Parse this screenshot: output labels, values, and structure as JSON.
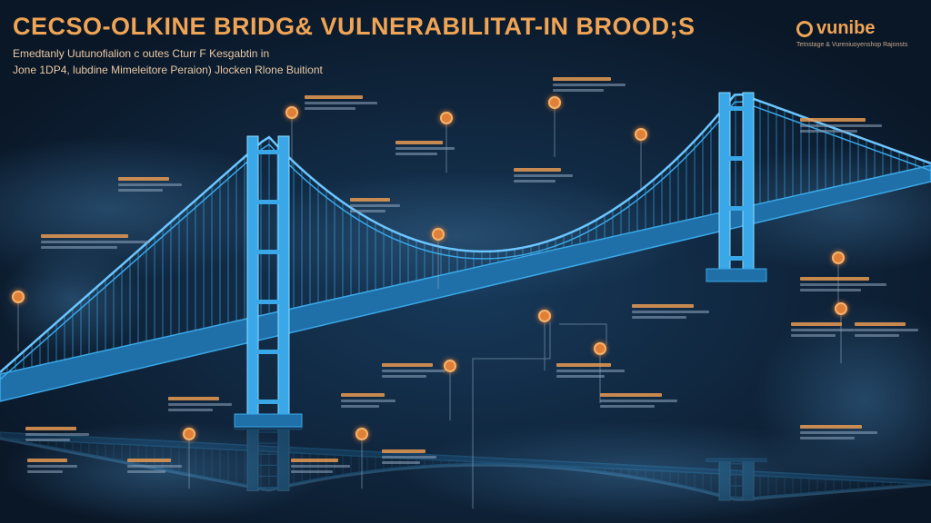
{
  "header": {
    "title": "CECSO-OLKINE BRIDG& VULNERABILITAT-IN BROOD;S",
    "subtitle_line1": "Emedtanly Uutunofialion c outes Cturr F Kesgabtin in",
    "subtitle_line2": "Jone 1DP4, lubdine Mimeleitore Peraion) Jlocken Rlone Buitiont"
  },
  "logo": {
    "text": "vunibe",
    "tagline": "Tetnstage & Vureniuoyenshop Rajonsts",
    "icon": "swirl-logo-icon"
  },
  "colors": {
    "background": "#0b1a2c",
    "bridge": "#3aa8e8",
    "accent": "#f0a455"
  },
  "icons": {
    "annotation_nodes": "warning-node-icon"
  }
}
